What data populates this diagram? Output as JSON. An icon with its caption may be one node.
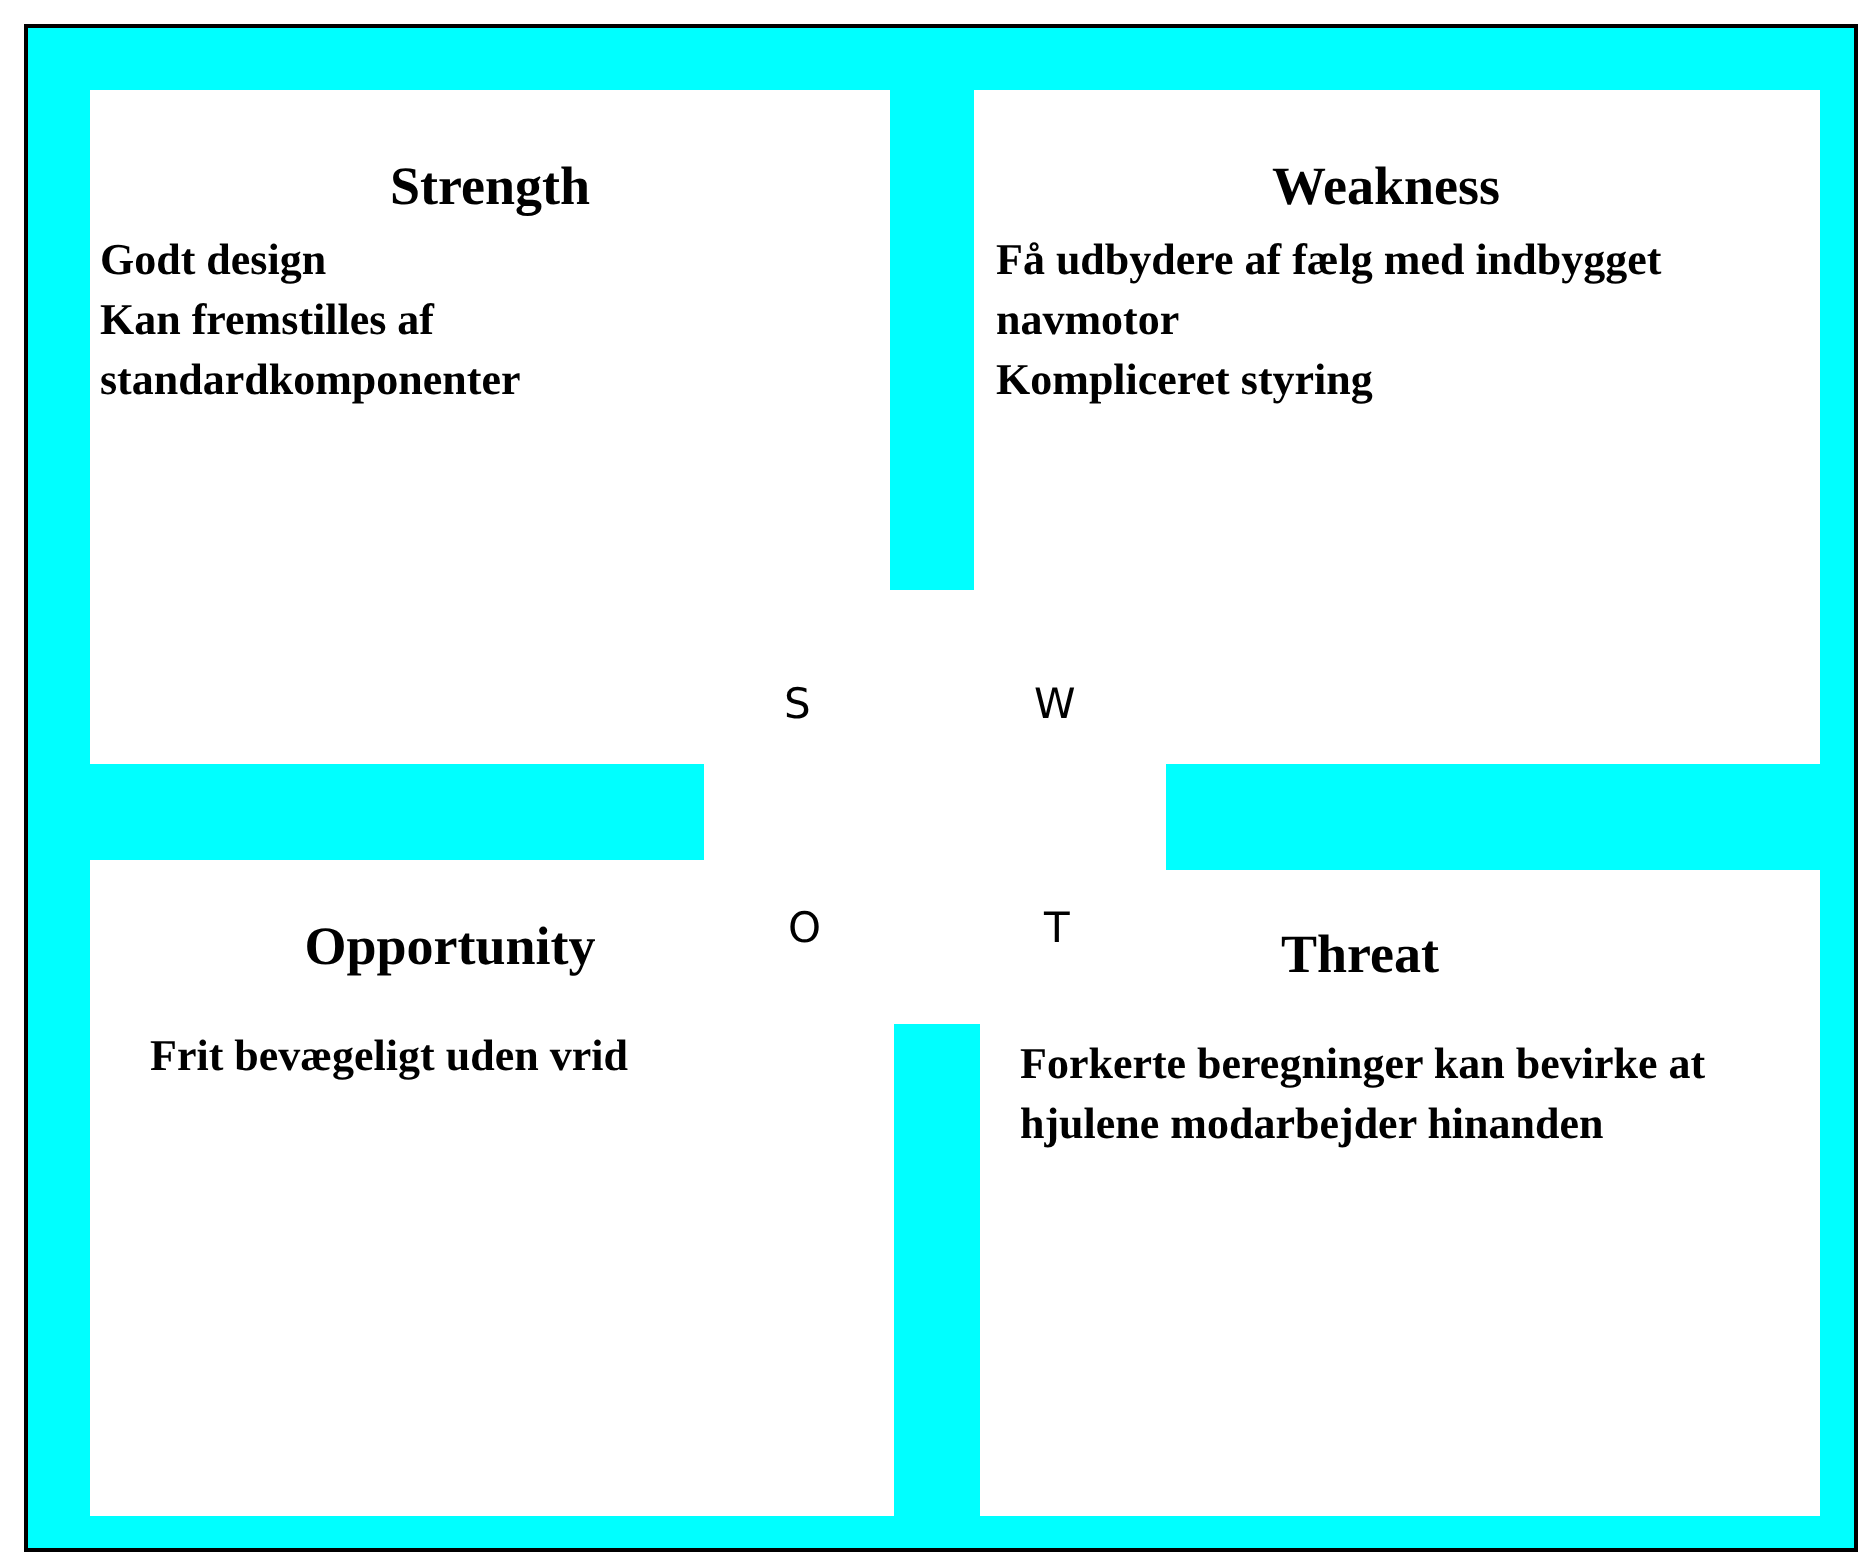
{
  "diagram": {
    "nodes": [
      {
        "text": [
          "Strength",
          "Godt design",
          "Kan fremstilles af standardkomponenter"
        ]
      },
      {
        "text": [
          "Weakness",
          "Få udbydere af fælg med indbygget navmotor",
          "Kompliceret styring"
        ]
      },
      {
        "text": [
          "Opportunity",
          "Frit bevægeligt uden vrid"
        ]
      },
      {
        "text": [
          "Threat",
          "Forkerte beregninger kan bevirke at hjulene modarbejder hinanden"
        ]
      }
    ],
    "labels": [
      "S",
      "W",
      "O",
      "T"
    ]
  }
}
